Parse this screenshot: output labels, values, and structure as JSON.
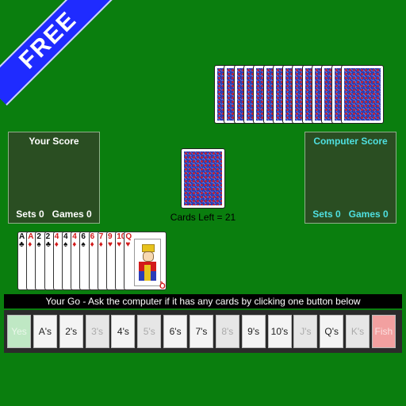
{
  "badge": {
    "free_label": "FREE"
  },
  "your_score": {
    "title": "Your Score",
    "sets_label": "Sets",
    "sets": 0,
    "games_label": "Games",
    "games": 0
  },
  "computer_score": {
    "title": "Computer Score",
    "sets_label": "Sets",
    "sets": 0,
    "games_label": "Games",
    "games": 0
  },
  "deck": {
    "cards_left_label": "Cards Left = 21"
  },
  "computer_hand_count": 14,
  "hand": [
    {
      "rank": "A",
      "suit": "♣",
      "color": "black"
    },
    {
      "rank": "A",
      "suit": "♦",
      "color": "red"
    },
    {
      "rank": "2",
      "suit": "♠",
      "color": "black"
    },
    {
      "rank": "2",
      "suit": "♣",
      "color": "black"
    },
    {
      "rank": "4",
      "suit": "♦",
      "color": "red"
    },
    {
      "rank": "4",
      "suit": "♠",
      "color": "black"
    },
    {
      "rank": "4",
      "suit": "♦",
      "color": "red"
    },
    {
      "rank": "6",
      "suit": "♠",
      "color": "black"
    },
    {
      "rank": "6",
      "suit": "♦",
      "color": "red"
    },
    {
      "rank": "7",
      "suit": "♦",
      "color": "red"
    },
    {
      "rank": "9",
      "suit": "♥",
      "color": "red"
    },
    {
      "rank": "10",
      "suit": "♥",
      "color": "red"
    },
    {
      "rank": "Q",
      "suit": "♥",
      "color": "red"
    }
  ],
  "prompt": "Your Go - Ask the computer if it has any cards by clicking one button below",
  "buttons": [
    {
      "label": "Yes",
      "state": "yes"
    },
    {
      "label": "A's",
      "state": "enabled"
    },
    {
      "label": "2's",
      "state": "enabled"
    },
    {
      "label": "3's",
      "state": "disabled"
    },
    {
      "label": "4's",
      "state": "enabled"
    },
    {
      "label": "5's",
      "state": "disabled"
    },
    {
      "label": "6's",
      "state": "enabled"
    },
    {
      "label": "7's",
      "state": "enabled"
    },
    {
      "label": "8's",
      "state": "disabled"
    },
    {
      "label": "9's",
      "state": "enabled"
    },
    {
      "label": "10's",
      "state": "enabled"
    },
    {
      "label": "J's",
      "state": "disabled"
    },
    {
      "label": "Q's",
      "state": "enabled"
    },
    {
      "label": "K's",
      "state": "disabled"
    },
    {
      "label": "Fish",
      "state": "fish"
    }
  ]
}
